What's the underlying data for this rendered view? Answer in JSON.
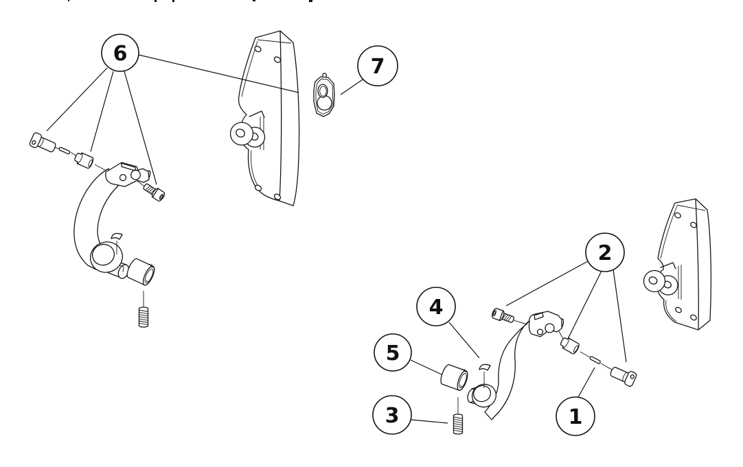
{
  "diagram": {
    "type": "exploded-parts-diagram",
    "background": "#ffffff",
    "line_color": "#161616",
    "callouts": [
      {
        "label": "1"
      },
      {
        "label": "2"
      },
      {
        "label": "3"
      },
      {
        "label": "4"
      },
      {
        "label": "5"
      },
      {
        "label": "6"
      },
      {
        "label": "7"
      }
    ]
  }
}
